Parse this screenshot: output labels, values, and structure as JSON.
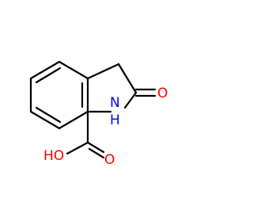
{
  "molecule": {
    "atoms": {
      "carbonyl_oxygen": {
        "label": "O",
        "color": "#ff0000"
      },
      "nitrogen": {
        "label": "N",
        "color": "#0000ff"
      },
      "nitrogen_hydrogen": {
        "label": "H",
        "color": "#0000ff"
      },
      "hydroxyl_oxygen": {
        "label": "HO",
        "color": "#ff0000"
      },
      "acid_oxygen": {
        "label": "O",
        "color": "#ff0000"
      }
    },
    "bond_color": "#000000",
    "background": "#ffffff"
  }
}
